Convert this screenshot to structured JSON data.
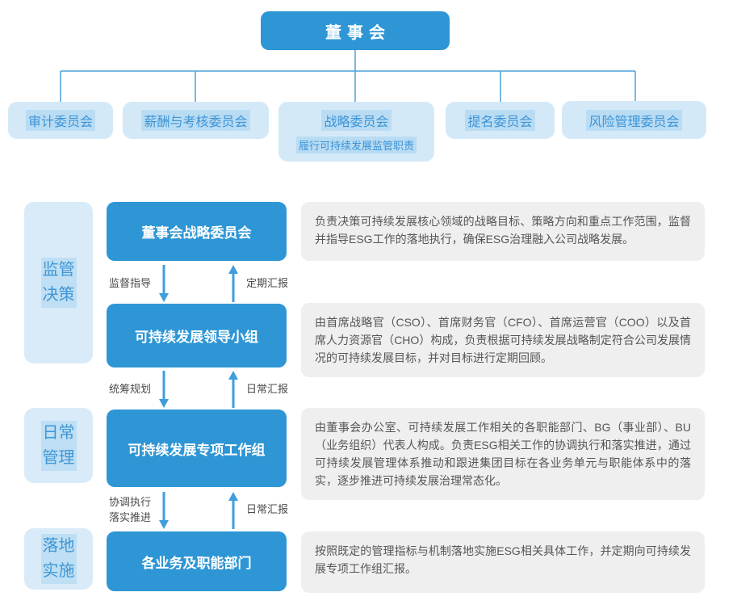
{
  "board": {
    "label": "董事会"
  },
  "committees": [
    {
      "label": "审计委员会",
      "sublabel": ""
    },
    {
      "label": "薪酬与考核委员会",
      "sublabel": ""
    },
    {
      "label": "战略委员会",
      "sublabel": "履行可持续发展监管职责"
    },
    {
      "label": "提名委员会",
      "sublabel": ""
    },
    {
      "label": "风险管理委员会",
      "sublabel": ""
    }
  ],
  "stages": [
    {
      "line1": "监管",
      "line2": "决策"
    },
    {
      "line1": "日常",
      "line2": "管理"
    },
    {
      "line1": "落地",
      "line2": "实施"
    }
  ],
  "levels": [
    {
      "title": "董事会战略委员会",
      "description": "负责决策可持续发展核心领域的战略目标、策略方向和重点工作范围，监督并指导ESG工作的落地执行，确保ESG治理融入公司战略发展。"
    },
    {
      "title": "可持续发展领导小组",
      "description": "由首席战略官（CSO）、首席财务官（CFO）、首席运营官（COO）以及首席人力资源官（CHO）构成，负责根据可持续发展战略制定符合公司发展情况的可持续发展目标，并对目标进行定期回顾。"
    },
    {
      "title": "可持续发展专项工作组",
      "description": "由董事会办公室、可持续发展工作相关的各职能部门、BG（事业部）、BU（业务组织）代表人构成。负责ESG相关工作的协调执行和落实推进，通过可持续发展管理体系推动和跟进集团目标在各业务单元与职能体系中的落实，逐步推进可持续发展治理常态化。"
    },
    {
      "title": "各业务及职能部门",
      "description": "按照既定的管理指标与机制落地实施ESG相关具体工作，并定期向可持续发展专项工作组汇报。"
    }
  ],
  "flows": [
    {
      "down_label": "监督指导",
      "down_label2": "",
      "up_label": "定期汇报"
    },
    {
      "down_label": "统筹规划",
      "down_label2": "",
      "up_label": "日常汇报"
    },
    {
      "down_label": "协调执行",
      "down_label2": "落实推进",
      "up_label": "日常汇报"
    }
  ],
  "colors": {
    "primary_blue": "#2e96d5",
    "light_blue_fill": "#d4e9f8",
    "text_highlight_blue": "#b9dcf3",
    "blue_text": "#3b94d7",
    "connector_blue": "#4aa0da",
    "arrow_blue": "#3f9edd",
    "description_bg": "#efefef",
    "description_text": "#565656"
  }
}
